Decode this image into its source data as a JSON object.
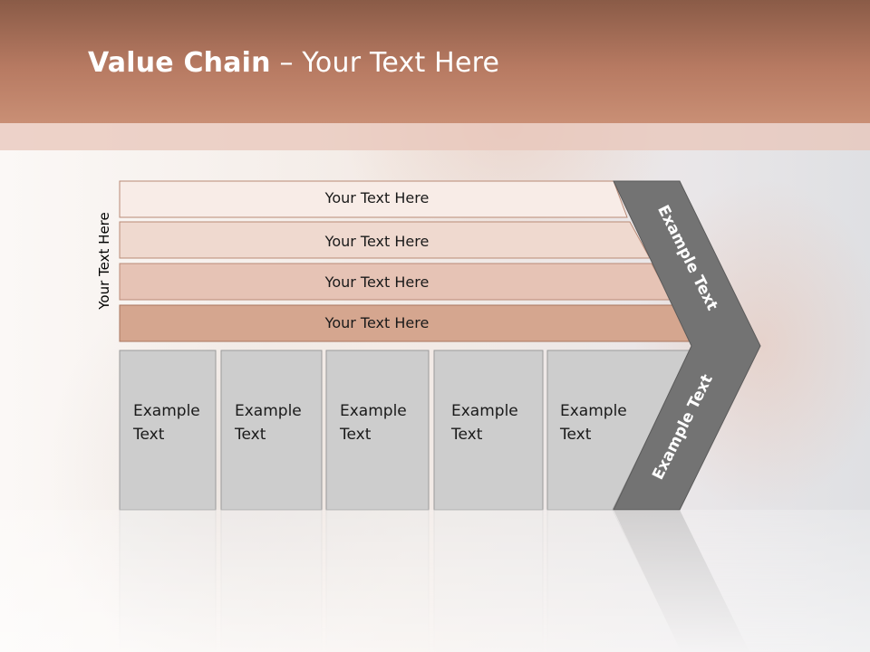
{
  "slide": {
    "title_bold": "Value Chain",
    "title_rest": " – Your Text Here",
    "side_label": "Your Text Here"
  },
  "support_bars": [
    {
      "label": "Your Text Here",
      "color": "#f8ece7"
    },
    {
      "label": "Your Text Here",
      "color": "#efd9cf"
    },
    {
      "label": "Your Text Here",
      "color": "#e6c3b5"
    },
    {
      "label": "Your Text Here",
      "color": "#d5a68f"
    }
  ],
  "primary_boxes": [
    {
      "line1": "Example",
      "line2": "Text"
    },
    {
      "line1": "Example",
      "line2": "Text"
    },
    {
      "line1": "Example",
      "line2": "Text"
    },
    {
      "line1": "Example",
      "line2": "Text"
    },
    {
      "line1": "Example",
      "line2": "Text"
    }
  ],
  "arrow": {
    "upper_label": "Example Text",
    "lower_label": "Example Text",
    "color": "#737373"
  },
  "colors": {
    "header": "#b77a62",
    "box_fill": "#cdcdcd"
  }
}
